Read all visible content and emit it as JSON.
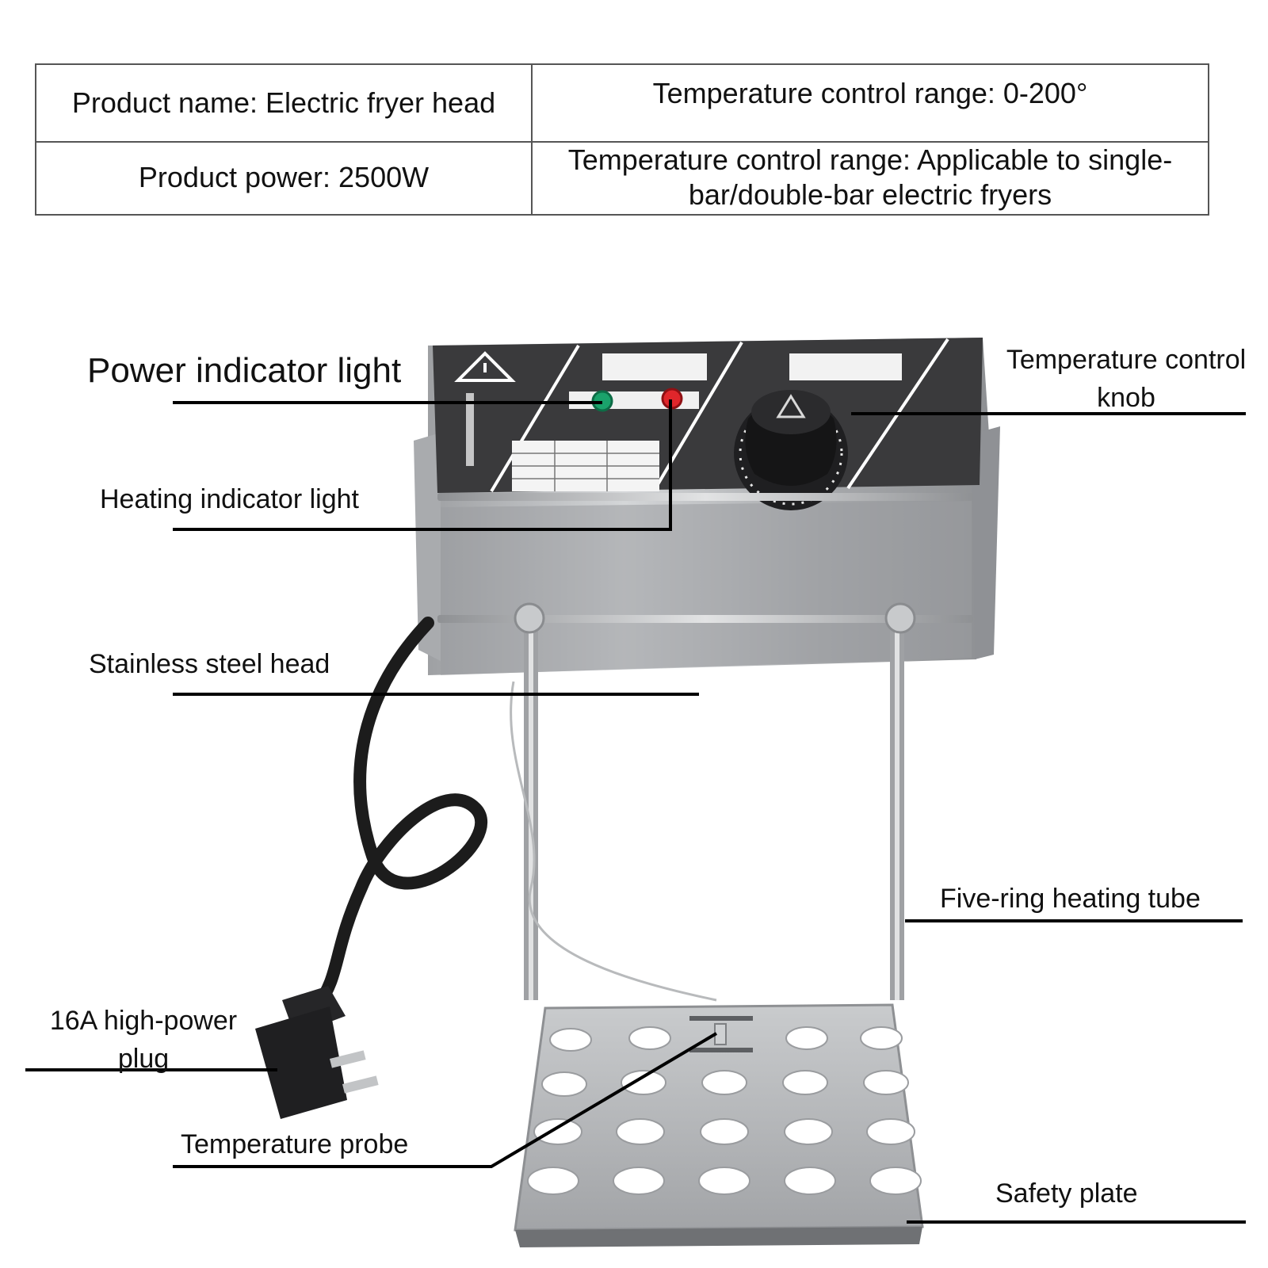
{
  "spec_table": {
    "rows": [
      {
        "left": "Product name: Electric fryer head",
        "right": "Temperature control range: 0-200°"
      },
      {
        "left": "Product power: 2500W",
        "right": "Temperature control range: Applicable to single-bar/double-bar electric fryers"
      }
    ]
  },
  "callouts": {
    "power_indicator_light": "Power indicator light",
    "heating_indicator_light": "Heating indicator light",
    "stainless_steel_head": "Stainless steel head",
    "plug": "16A high-power plug",
    "temperature_probe": "Temperature probe",
    "temperature_control_knob": "Temperature control knob",
    "five_ring_heating_tube": "Five-ring heating tube",
    "safety_plate": "Safety plate"
  },
  "colors": {
    "panel": "#3a3a3c",
    "steel": "#b9bbbd",
    "power_led": "#1aa36b",
    "heating_led": "#e0262b",
    "cable": "#1c1c1c"
  }
}
